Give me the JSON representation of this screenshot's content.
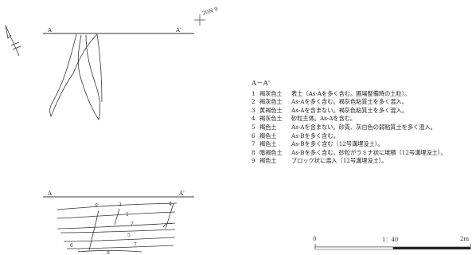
{
  "plan": {
    "section_start": "A",
    "section_end": "A'",
    "grid_ref": "20N 9"
  },
  "section": {
    "start": "A",
    "end": "A'",
    "layer_numbers": [
      "9",
      "3",
      "4",
      "1",
      "2",
      "5",
      "6",
      "7",
      "8"
    ]
  },
  "legend": {
    "heading": "A－A'",
    "layers": [
      {
        "no": "1",
        "soil": "褐灰色土",
        "desc": "表土（As-Aを多く含む。圃場整備時の土粒）。"
      },
      {
        "no": "2",
        "soil": "褐灰色土",
        "desc": "As-Aを多く含む。褐灰色粘質土を多く混入。"
      },
      {
        "no": "3",
        "soil": "黄褐色土",
        "desc": "As-Aを含まない。褐灰色粘質土を多く混入。"
      },
      {
        "no": "4",
        "soil": "褐灰色土",
        "desc": "砂粒主体。As-Aを含む。"
      },
      {
        "no": "5",
        "soil": "褐色土",
        "desc": "As-Aを含まない。砂質、灰白色の弱粘質土を多く混入。"
      },
      {
        "no": "6",
        "soil": "褐色土",
        "desc": "As-Bを多く含む。"
      },
      {
        "no": "7",
        "soil": "褐色土",
        "desc": "As-Bを多く含む（12号溝埋没土）。"
      },
      {
        "no": "8",
        "soil": "暗褐色土",
        "desc": "As-Bを多く含む。砂粒がラミナ状に堆積（12号溝埋没土）。"
      },
      {
        "no": "9",
        "soil": "褐色土",
        "desc": "ブロック状に混入（12号溝埋没土）。"
      }
    ]
  },
  "scale": {
    "start": "0",
    "ratio": "1：40",
    "end": "2m"
  }
}
